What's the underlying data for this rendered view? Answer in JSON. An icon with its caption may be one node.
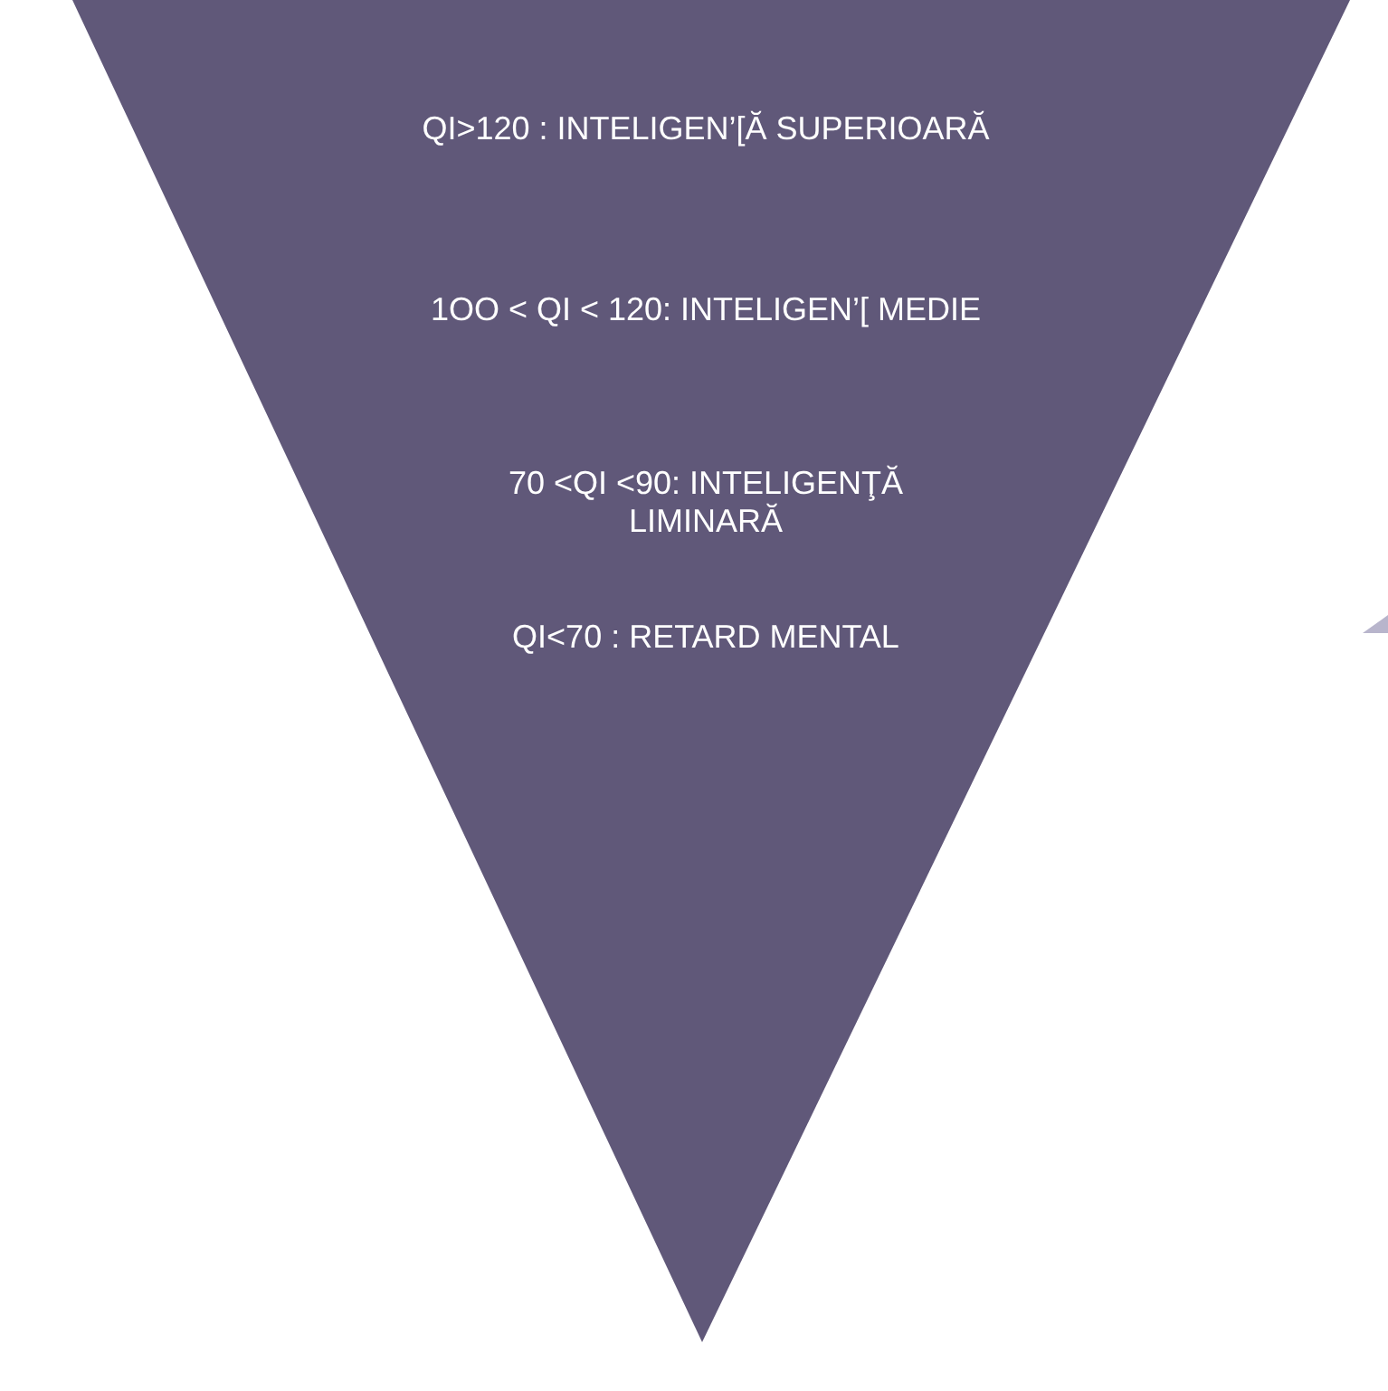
{
  "diagram": {
    "nodes": [
      {
        "text": [
          "QI>120 : INTELIGEN’[Ă SUPERIOARĂ",
          "1OO < QI < 120: INTELIGEN’[ MEDIE",
          "70 <QI <90: INTELIGENŢĂ LIMINARĂ",
          "QI<70 : RETARD MENTAL"
        ]
      }
    ]
  }
}
